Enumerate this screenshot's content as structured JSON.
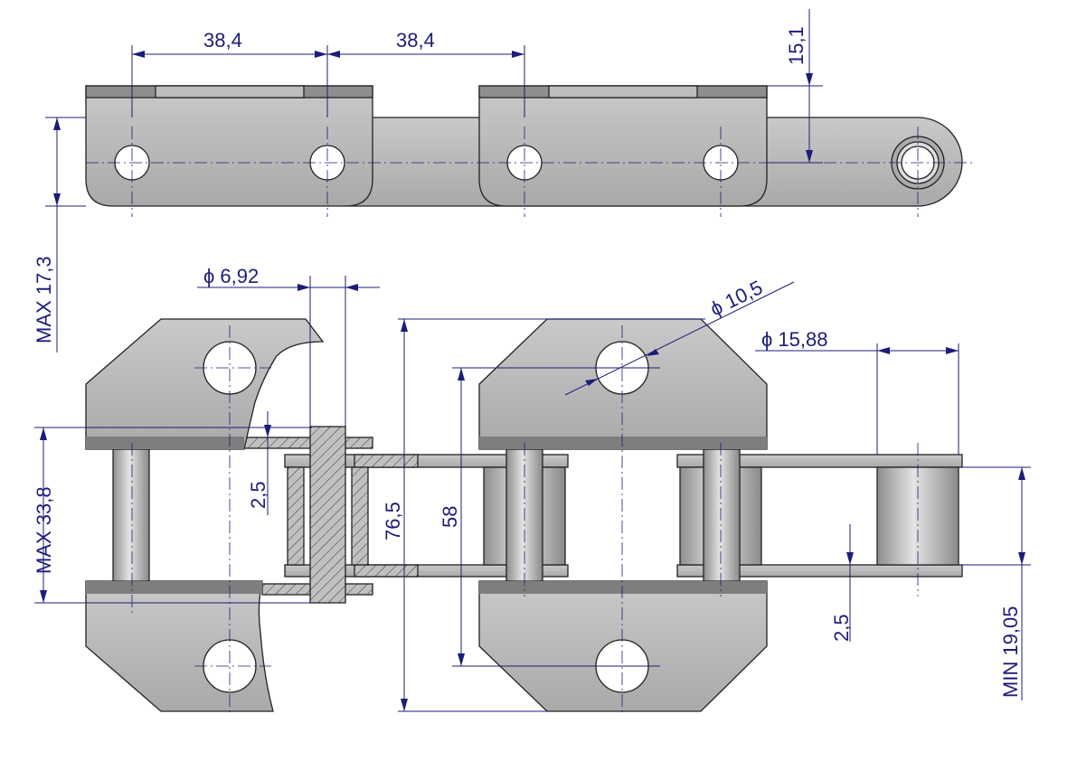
{
  "drawing": {
    "title": "Roller chain with attachment plates",
    "colors": {
      "dimension": "#1c1c7a",
      "steel": "#b8b8b8",
      "outline": "#222222"
    },
    "top_view": {
      "pitch_1": "38,4",
      "pitch_2": "38,4",
      "height_to_center": "15,1",
      "max_thickness": "MAX 17,3"
    },
    "bottom_view": {
      "pin_diameter": "ϕ 6,92",
      "hole_diameter": "ϕ 10,5",
      "roller_diameter": "ϕ 15,88",
      "max_width": "MAX 33,8",
      "plate_thickness_left": "2,5",
      "overall_length": "76,5",
      "hole_spacing": "58",
      "plate_thickness_right": "2,5",
      "min_inner_width": "MIN 19,05"
    }
  }
}
